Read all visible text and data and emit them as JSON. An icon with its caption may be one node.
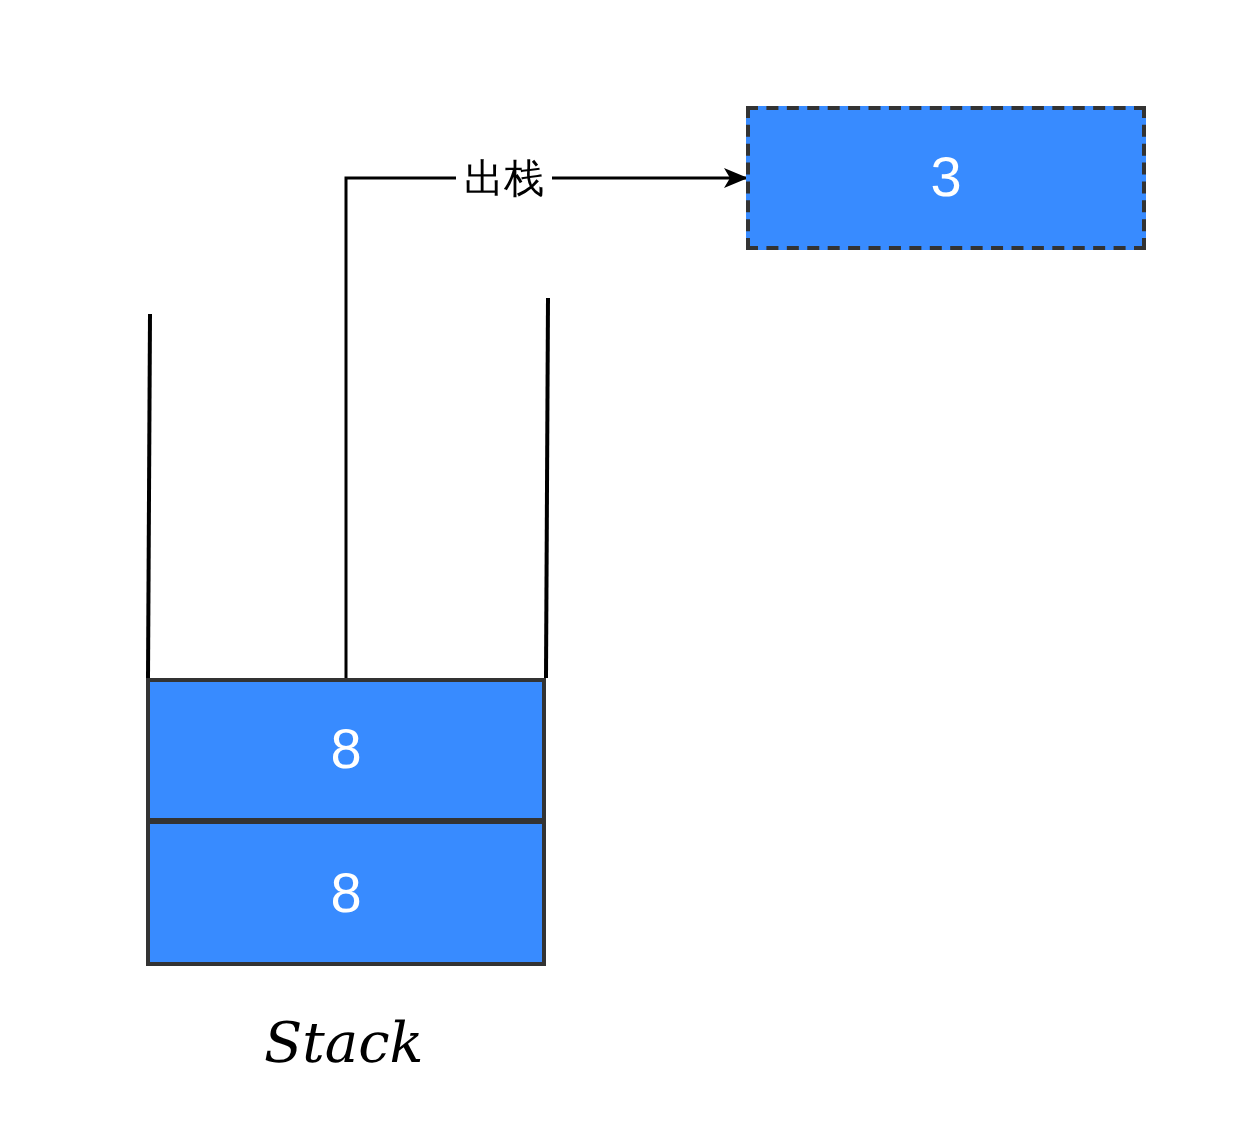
{
  "diagram": {
    "nodes": [
      {
        "text": [
          "8"
        ]
      },
      {
        "text": [
          "8"
        ]
      },
      {
        "text": [
          "3"
        ]
      }
    ],
    "edges": [
      {
        "from": 0,
        "to": 2,
        "arrow": "to",
        "label": "出栈"
      }
    ],
    "labels": [
      "Stack"
    ]
  }
}
